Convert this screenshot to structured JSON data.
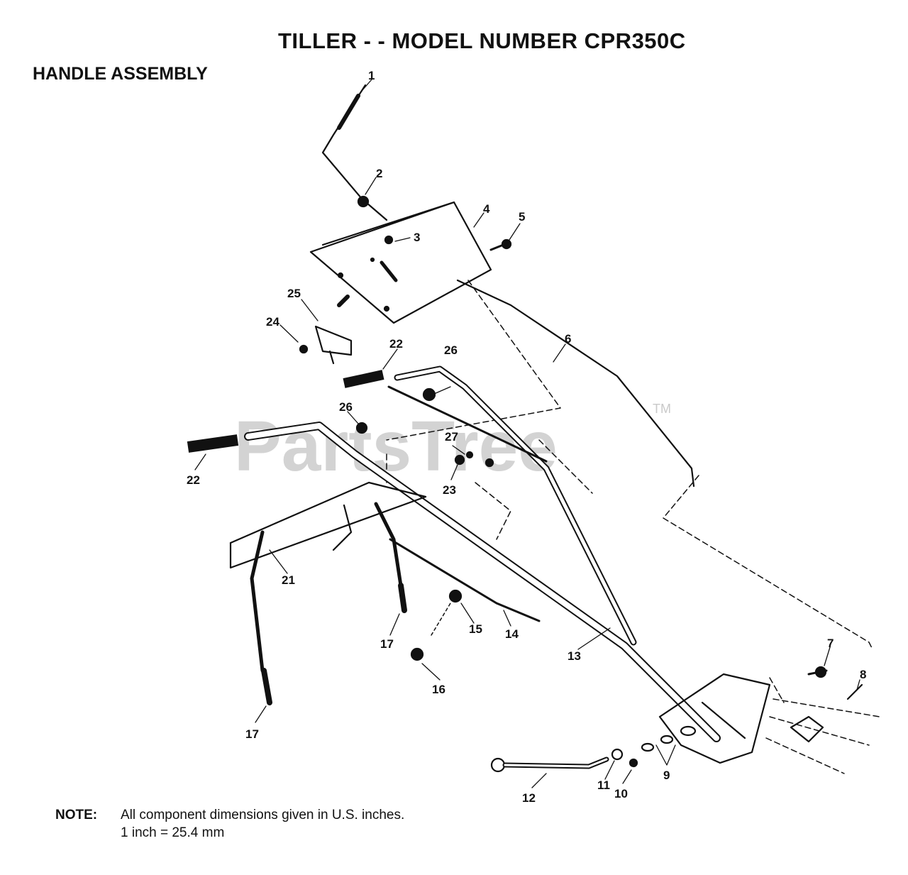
{
  "header": {
    "title": "TILLER - - MODEL NUMBER CPR350C",
    "section": "HANDLE ASSEMBLY"
  },
  "watermark": {
    "text": "PartsTree",
    "mark": "TM",
    "color": "#d3d3d3"
  },
  "callouts": [
    "1",
    "2",
    "3",
    "4",
    "5",
    "6",
    "7",
    "8",
    "9",
    "10",
    "11",
    "12",
    "13",
    "14",
    "15",
    "16",
    "17",
    "17",
    "21",
    "22",
    "22",
    "23",
    "24",
    "25",
    "26",
    "26",
    "27"
  ],
  "note": {
    "label": "NOTE:",
    "line1": "All component dimensions given in U.S. inches.",
    "line2": "1 inch = 25.4 mm"
  }
}
